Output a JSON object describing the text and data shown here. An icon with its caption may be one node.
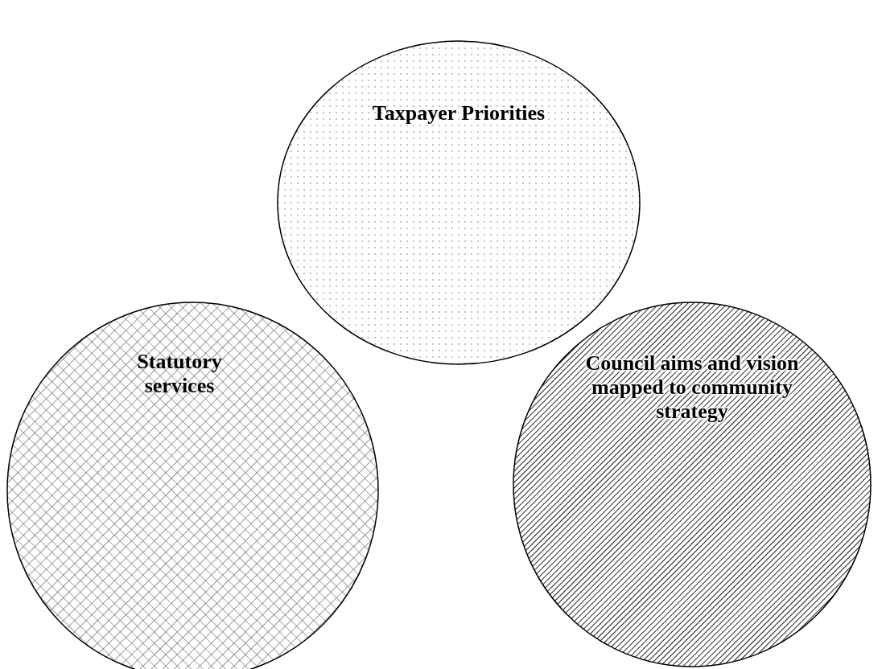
{
  "diagram": {
    "nodes": [
      {
        "text": [
          "Taxpayer Priorities"
        ]
      },
      {
        "text": [
          "Statutory services"
        ]
      },
      {
        "text": [
          "Council aims and vision mapped to community strategy"
        ]
      }
    ]
  }
}
